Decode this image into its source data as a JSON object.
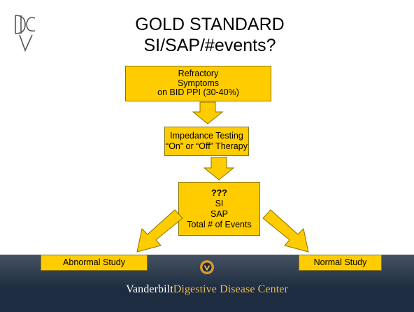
{
  "title": {
    "line1": "GOLD STANDARD",
    "line2": "SI/SAP/#events?"
  },
  "logo": {
    "letters": "DDC",
    "icon": "vanderbilt-ddc-monogram"
  },
  "flow": {
    "refractory": [
      "Refractory",
      "Symptoms",
      "on BID PPI (30-40%)"
    ],
    "impedance": [
      "Impedance Testing",
      "“On” or “Off” Therapy"
    ],
    "criteria": [
      "???",
      "SI",
      "SAP",
      "Total # of Events"
    ],
    "abnormal": "Abnormal Study",
    "normal": "Normal Study"
  },
  "footer": {
    "name_part1": "Vanderbilt",
    "name_part2": "Digestive Disease Center",
    "emblem_icon": "vanderbilt-emblem"
  },
  "colors": {
    "box_fill": "#ffcc00",
    "arrow_fill": "#ffcc00",
    "footer_bg": "#1d2c40",
    "footer_accent": "#e8b95a"
  }
}
